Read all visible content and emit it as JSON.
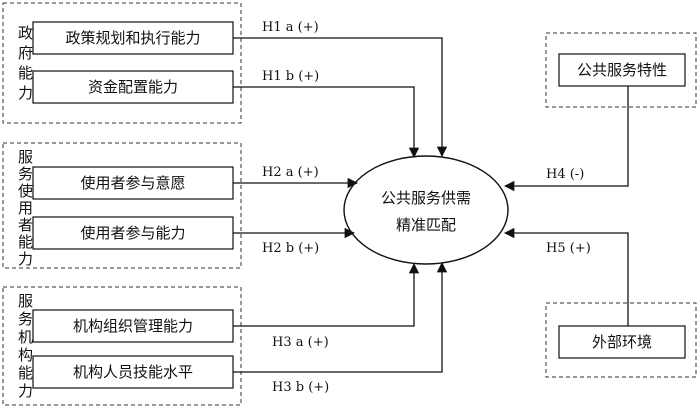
{
  "groups": {
    "gov": {
      "title": [
        "政",
        "府",
        "能",
        "力"
      ]
    },
    "user": {
      "title": [
        "服",
        "务",
        "使",
        "用",
        "者",
        "能",
        "力"
      ]
    },
    "org": {
      "title": [
        "服",
        "务",
        "机",
        "构",
        "能",
        "力"
      ]
    },
    "public": {},
    "env": {}
  },
  "boxes": {
    "policy": "政策规划和执行能力",
    "resource": "资金配置能力",
    "willing": "使用者参与意愿",
    "ability": "使用者参与能力",
    "mgmt": "机构组织管理能力",
    "skill": "机构人员技能水平",
    "public_features": "公共服务特性",
    "external_env": "外部环境"
  },
  "center": {
    "line1": "公共服务供需",
    "line2": "精准匹配"
  },
  "hypotheses": {
    "h1a": "H1 a (+)",
    "h1b": "H1 b (+)",
    "h2a": "H2 a (+)",
    "h2b": "H2 b (+)",
    "h3a": "H3 a (+)",
    "h3b": "H3 b (+)",
    "h4": "H4 (-)",
    "h5": "H5 (+)"
  }
}
